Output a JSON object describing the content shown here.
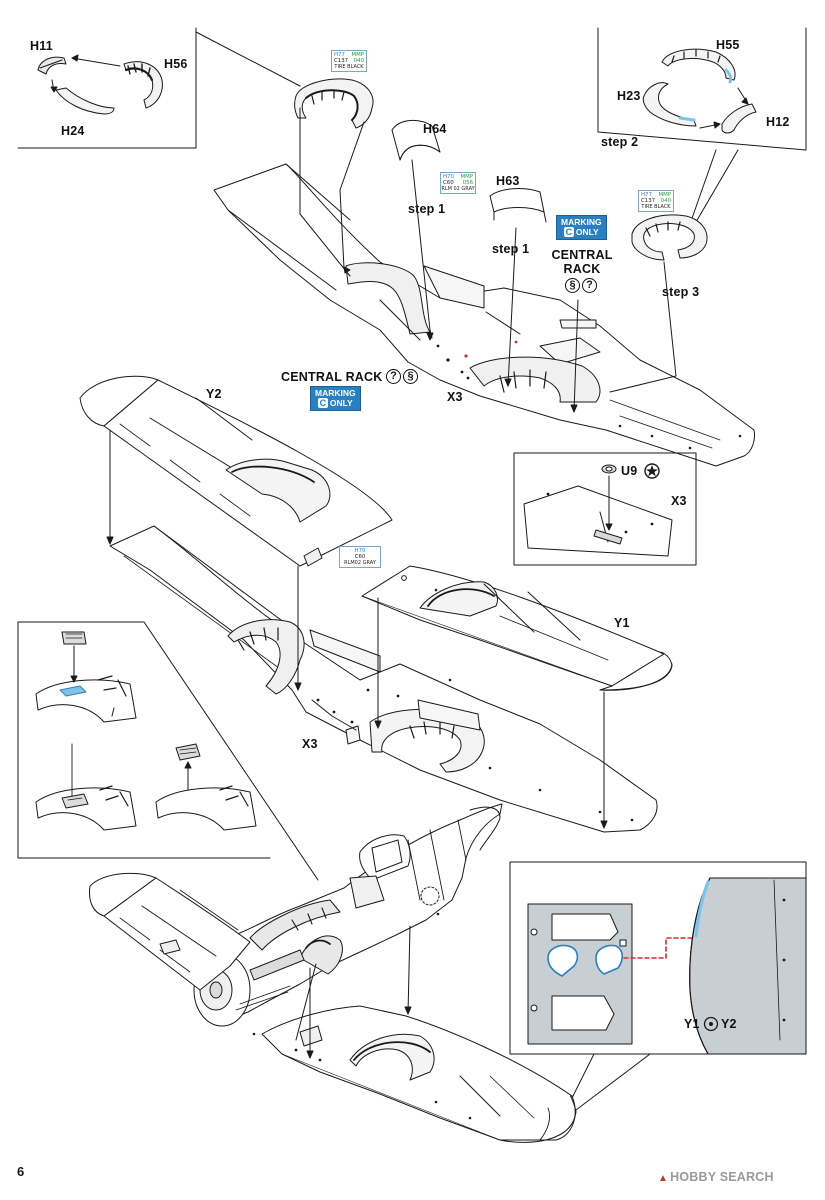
{
  "page_number": "6",
  "watermark": "HOBBY SEARCH",
  "parts": {
    "h11": "H11",
    "h56": "H56",
    "h24": "H24",
    "h55": "H55",
    "h23": "H23",
    "h12": "H12",
    "h64": "H64",
    "h63": "H63",
    "x3_top": "X3",
    "x3_inset": "X3",
    "x3_mid": "X3",
    "y2": "Y2",
    "y1": "Y1",
    "u9": "U9",
    "y1_y2": "Y1",
    "y2_y1": "Y2"
  },
  "steps": {
    "step1_a": "step 1",
    "step1_b": "step 1",
    "step2": "step 2",
    "step3": "step 3"
  },
  "notes": {
    "central_rack_right": "CENTRAL RACK",
    "central_rack_left": "CENTRAL RACK",
    "marking_only_1": "MARKING",
    "marking_only_1b": "ONLY",
    "marking_only_2": "MARKING",
    "marking_only_2b": "ONLY",
    "marking_c": "C"
  },
  "paint_callouts": {
    "tire_black_1": {
      "h": "H77",
      "m": "MMP",
      "c": "C137",
      "mn": "040",
      "name": "TIRE BLACK"
    },
    "tire_black_2": {
      "h": "H77",
      "m": "MMP",
      "c": "C137",
      "mn": "040",
      "name": "TIRE BLACK"
    },
    "rlm02_gray_1": {
      "h": "H70",
      "m": "MMP",
      "c": "C60",
      "mn": "056",
      "name": "RLM 02 GRAY"
    },
    "rlm02_gray_2": {
      "h": "H70",
      "m": "",
      "c": "C60",
      "mn": "",
      "name": "RLM02 GRAY"
    }
  },
  "colors": {
    "line": "#1a1a1a",
    "accent_blue": "#2a7fc1",
    "highlight_blue": "#7ec3ea",
    "red_dash": "#d32f2f",
    "panel_gray": "#c8cfd4"
  }
}
